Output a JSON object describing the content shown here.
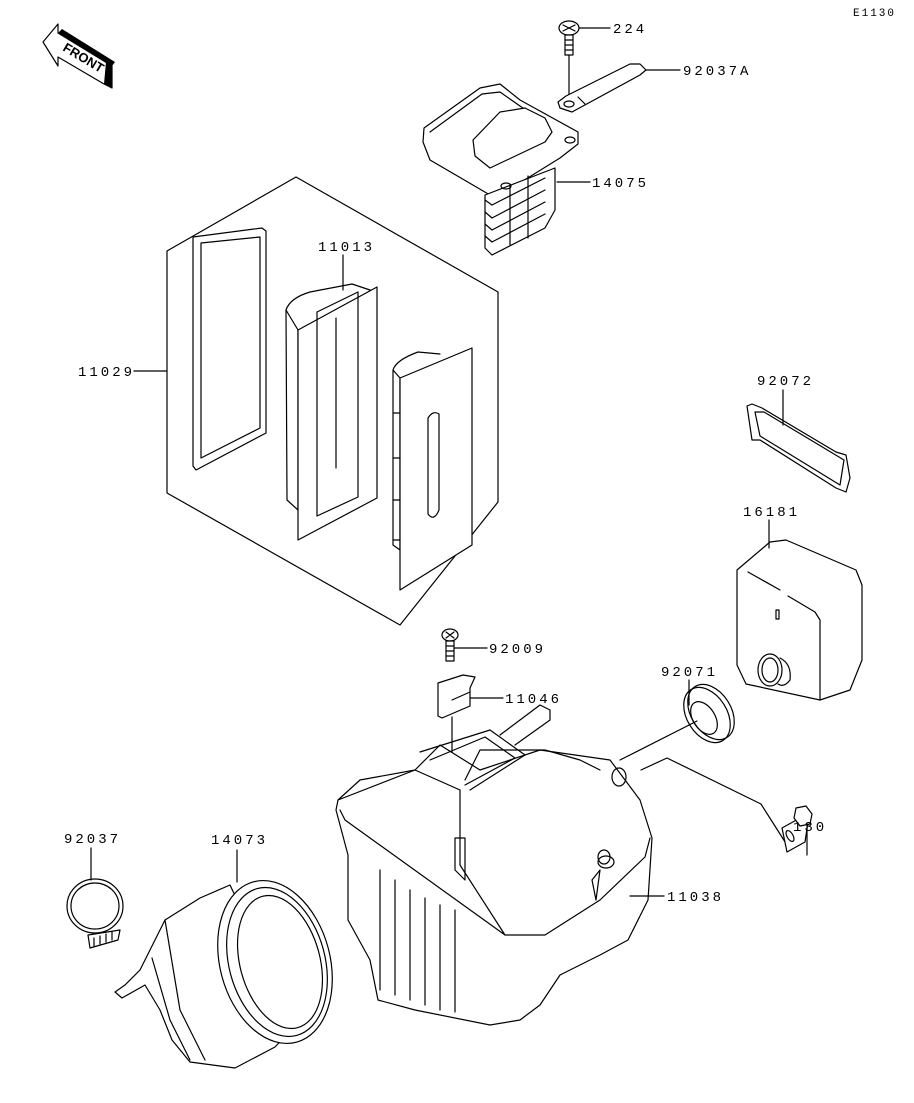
{
  "diagram": {
    "code": "E1130",
    "front_label": "FRONT",
    "parts": [
      {
        "id": "screw-224",
        "number": "224"
      },
      {
        "id": "strap-92037a",
        "number": "92037A"
      },
      {
        "id": "cover-14075",
        "number": "14075"
      },
      {
        "id": "element-kit-11029",
        "number": "11029"
      },
      {
        "id": "element-11013",
        "number": "11013"
      },
      {
        "id": "band-92072",
        "number": "92072"
      },
      {
        "id": "silencer-16181",
        "number": "16181"
      },
      {
        "id": "screw-92009",
        "number": "92009"
      },
      {
        "id": "bracket-11046",
        "number": "11046"
      },
      {
        "id": "grommet-92071",
        "number": "92071"
      },
      {
        "id": "bolt-130",
        "number": "130"
      },
      {
        "id": "clamp-92037",
        "number": "92037"
      },
      {
        "id": "duct-14073",
        "number": "14073"
      },
      {
        "id": "case-11038",
        "number": "11038"
      }
    ]
  }
}
